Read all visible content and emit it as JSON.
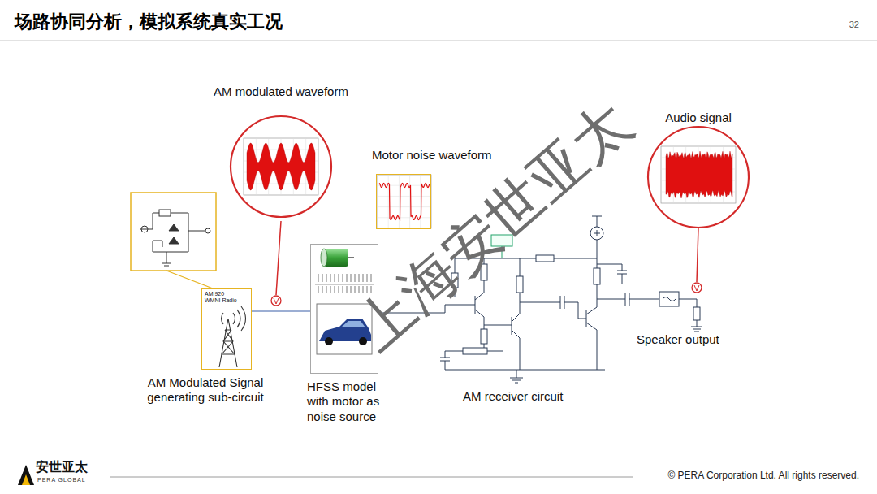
{
  "diagram": {
    "title": "场路协同分析，模拟系统真实工况",
    "nodes": [
      {
        "text": [
          "AM modulated waveform"
        ]
      },
      {
        "text": [
          "Motor noise waveform"
        ]
      },
      {
        "text": [
          "Audio signal"
        ]
      },
      {
        "text": [
          "AM 920 WMNI Radio",
          "AM Modulated Signal generating sub-circuit"
        ]
      },
      {
        "text": [
          "HFSS model with motor as noise source"
        ]
      }
    ],
    "edges": [
      {
        "from": 3,
        "to": 4,
        "arrow": "none"
      }
    ],
    "labels": [
      "32",
      "AM receiver circuit",
      "Speaker output",
      "上海安世亚太",
      "安世亚太",
      "PERA GLOBAL",
      "© PERA Corporation Ltd. All rights reserved."
    ]
  }
}
